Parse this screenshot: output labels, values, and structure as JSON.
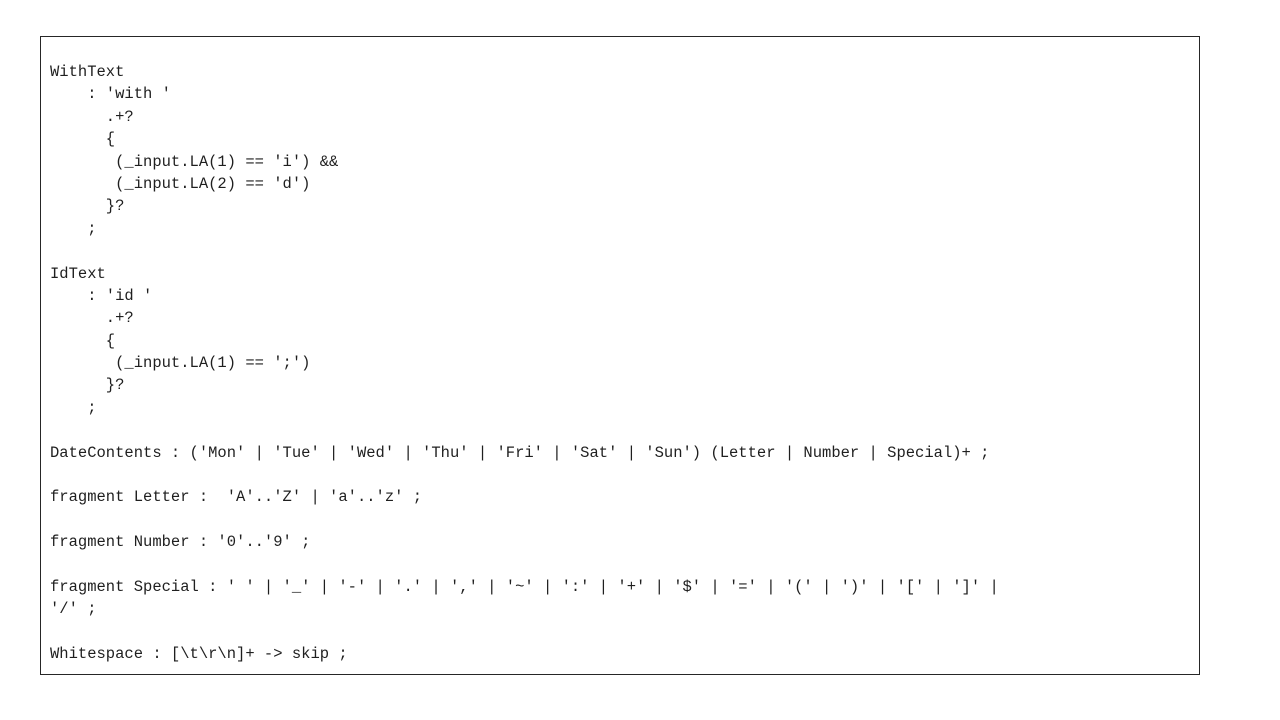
{
  "code": {
    "lines": [
      "WithText",
      "    : 'with '",
      "      .+?",
      "      {",
      "       (_input.LA(1) == 'i') &&",
      "       (_input.LA(2) == 'd')",
      "      }?",
      "    ;",
      "",
      "IdText",
      "    : 'id '",
      "      .+?",
      "      {",
      "       (_input.LA(1) == ';')",
      "      }?",
      "    ;",
      "",
      "DateContents : ('Mon' | 'Tue' | 'Wed' | 'Thu' | 'Fri' | 'Sat' | 'Sun') (Letter | Number | Special)+ ;",
      "",
      "fragment Letter :  'A'..'Z' | 'a'..'z' ;",
      "",
      "fragment Number : '0'..'9' ;",
      "",
      "fragment Special : ' ' | '_' | '-' | '.' | ',' | '~' | ':' | '+' | '$' | '=' | '(' | ')' | '[' | ']' |",
      "'/' ;",
      "",
      "Whitespace : [\\t\\r\\n]+ -> skip ;"
    ]
  }
}
